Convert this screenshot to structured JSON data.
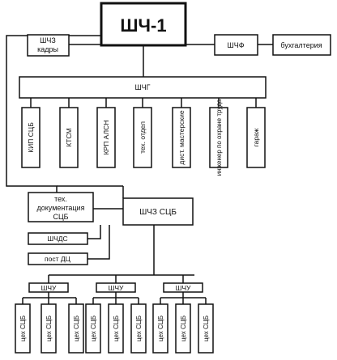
{
  "top": {
    "title": "ШЧ-1"
  },
  "left_box": {
    "line1": "ШЧЗ",
    "line2": "кадры"
  },
  "right_boxes": {
    "shchf": "ШЧФ",
    "accounting": "бухгалтерия"
  },
  "shchg": {
    "label": "ШЧГ"
  },
  "departments": [
    "КИП СЦБ",
    "КТСМ",
    "КРП АЛСН",
    "тех. отдел",
    "дист. мастерские",
    "инженер по охране труда",
    "гараж"
  ],
  "tech_docs": {
    "line1": "тех.",
    "line2": "документация",
    "line3": "СЦБ"
  },
  "shchz_scb": {
    "label": "ШЧЗ СЦБ"
  },
  "shchds": {
    "label": "ШЧДС"
  },
  "post_dc": {
    "label": "пост ДЦ"
  },
  "shchu_groups": [
    {
      "label": "ШЧУ",
      "workshops": [
        "цех СЦБ",
        "цех СЦБ",
        "цех СЦБ"
      ]
    },
    {
      "label": "ШЧУ",
      "workshops": [
        "цех СЦБ",
        "цех СЦБ",
        "цех СЦБ"
      ]
    },
    {
      "label": "ШЧУ",
      "workshops": [
        "цех СЦБ",
        "цех СЦБ",
        "цех СЦБ"
      ]
    }
  ]
}
